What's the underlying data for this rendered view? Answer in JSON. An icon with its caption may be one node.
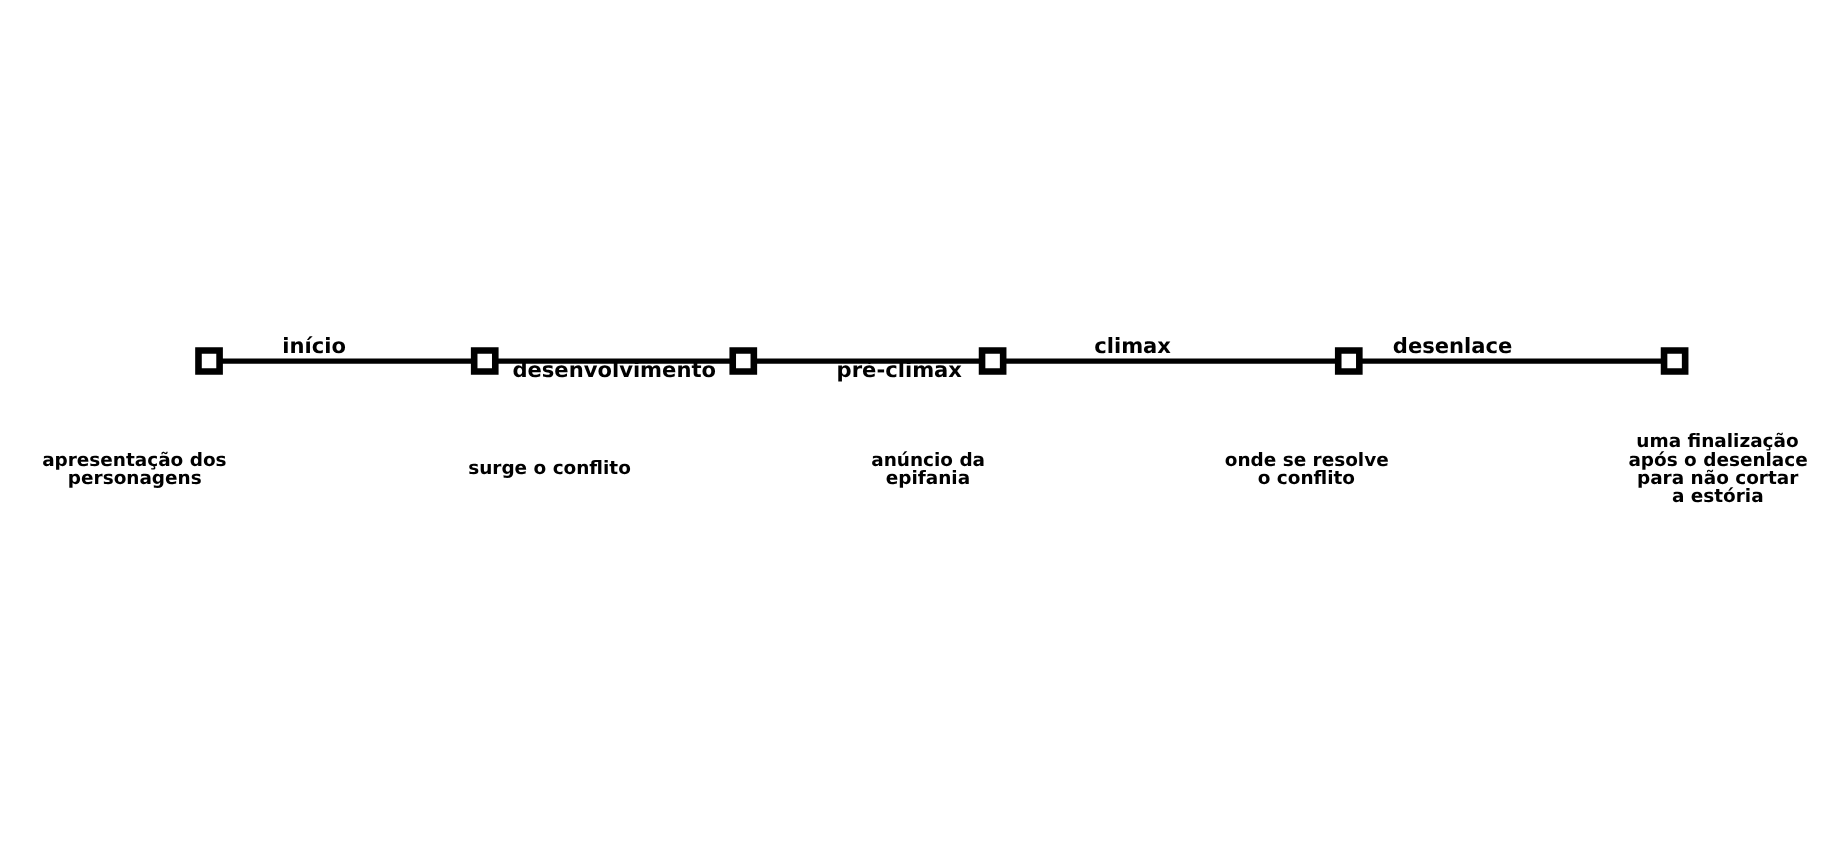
{
  "diagram": {
    "nodes": [
      {
        "text": [],
        "shape": "box"
      },
      {
        "text": [],
        "shape": "box"
      },
      {
        "text": [],
        "shape": "box"
      },
      {
        "text": [],
        "shape": "box"
      },
      {
        "text": [],
        "shape": "box"
      },
      {
        "text": [],
        "shape": "box"
      }
    ],
    "edges": [
      {
        "from": 0,
        "to": 1,
        "arrow": "none",
        "label": "início"
      },
      {
        "from": 1,
        "to": 2,
        "arrow": "none",
        "label": "desenvolvimento"
      },
      {
        "from": 2,
        "to": 3,
        "arrow": "none",
        "label": "pré-climax"
      },
      {
        "from": 3,
        "to": 4,
        "arrow": "none",
        "label": "climax"
      },
      {
        "from": 4,
        "to": 5,
        "arrow": "none",
        "label": "desenlace"
      }
    ],
    "labels": [
      "apresentação dos personagens",
      "surge o conflito",
      "anúncio da epifania",
      "onde se resolve o conflito",
      "uma finalização após o desenlace para não cortar a estória"
    ]
  }
}
